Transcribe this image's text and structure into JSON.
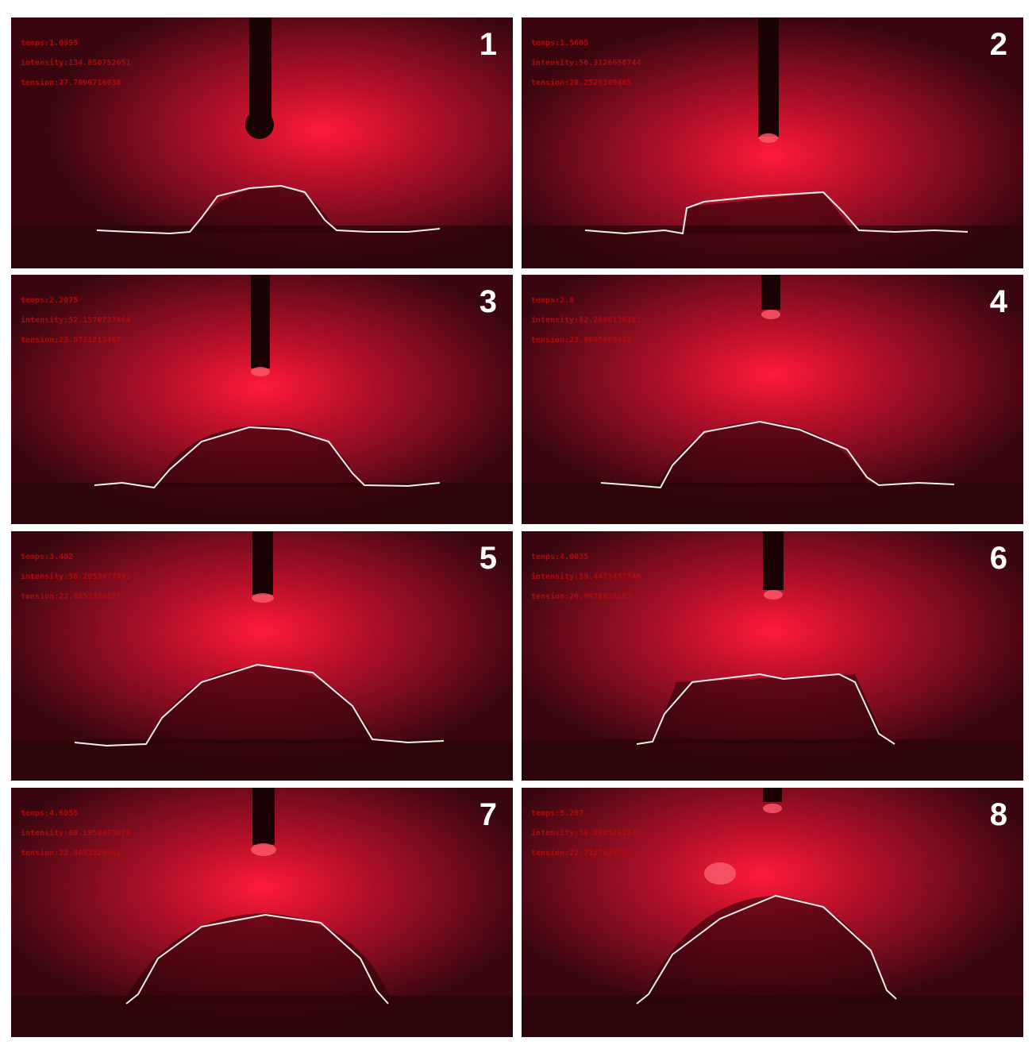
{
  "panels": [
    {
      "number": "1",
      "temps": "temps:1.0395",
      "intensity": "intensity:134.850752651",
      "tension": "tension:27.7090716036"
    },
    {
      "number": "2",
      "temps": "temps:1.5605",
      "intensity": "intensity:56.3126658744",
      "tension": "tension:20.2529309465"
    },
    {
      "number": "3",
      "temps": "temps:2.2075",
      "intensity": "intensity:52.1570737464",
      "tension": "tension:23.0731213467"
    },
    {
      "number": "4",
      "temps": "temps:2.8",
      "intensity": "intensity:62.2686130182",
      "tension": "tension:23.0605989422"
    },
    {
      "number": "5",
      "temps": "temps:3.402",
      "intensity": "intensity:56.2053077391",
      "tension": "tension:22.8853324637"
    },
    {
      "number": "6",
      "temps": "temps:4.0035",
      "intensity": "intensity:59.4473437746",
      "tension": "tension:20.9978028182"
    },
    {
      "number": "7",
      "temps": "temps:4.6055",
      "intensity": "intensity:60.1950493079",
      "tension": "tension:22.4083329641"
    },
    {
      "number": "8",
      "temps": "temps:5.207",
      "intensity": "intensity:59.0985241744",
      "tension": "tension:22.7127425702"
    }
  ],
  "colors": {
    "background": "#3a0710",
    "glow": "#ff1a3a",
    "overlay_text": "#b80c0c",
    "profile_line": "#f0f0f0"
  }
}
